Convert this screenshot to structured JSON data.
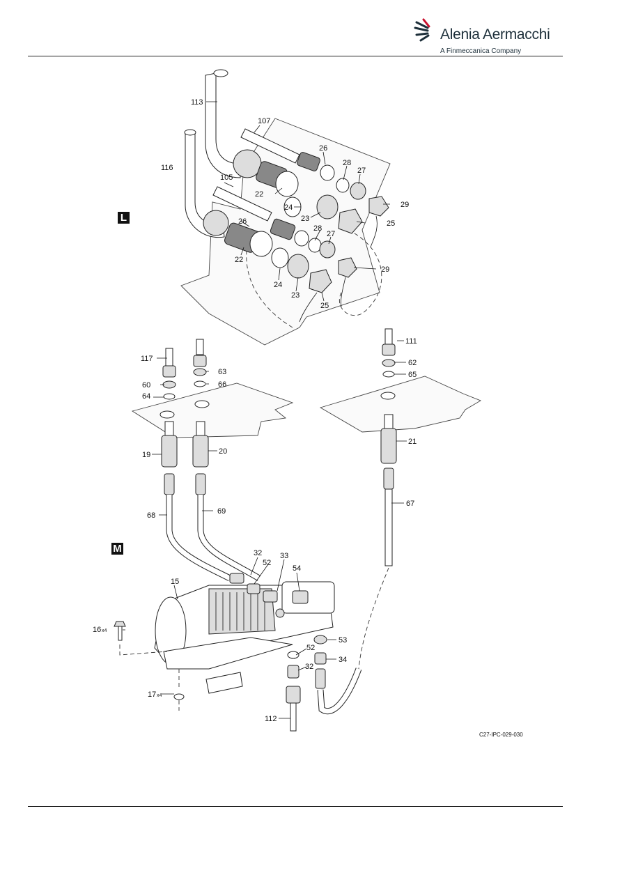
{
  "header": {
    "brand_name": "Alenia Aermacchi",
    "tagline": "A Finmeccanica Company"
  },
  "figure": {
    "code": "C27-IPC-029-030",
    "views": [
      {
        "id": "L",
        "label": "L"
      },
      {
        "id": "M",
        "label": "M"
      }
    ],
    "callouts": {
      "c113": "113",
      "c107": "107",
      "c26a": "26",
      "c116": "116",
      "c28a": "28",
      "c27a": "27",
      "c105": "105",
      "c22a": "22",
      "c29a": "29",
      "c24a": "24",
      "c23a": "23",
      "c26b": "26",
      "c25a": "25",
      "c28b": "28",
      "c27b": "27",
      "c22b": "22",
      "c29b": "29",
      "c24b": "24",
      "c23b": "23",
      "c25b": "25",
      "c117": "117",
      "c63": "63",
      "c60": "60",
      "c66": "66",
      "c64": "64",
      "c111": "111",
      "c62": "62",
      "c65": "65",
      "c19": "19",
      "c20": "20",
      "c21": "21",
      "c68": "68",
      "c69": "69",
      "c67": "67",
      "c32a": "32",
      "c33": "33",
      "c52a": "52",
      "c54": "54",
      "c15": "15",
      "c16": "16",
      "c16x": "x4",
      "c53": "53",
      "c52b": "52",
      "c34": "34",
      "c32b": "32",
      "c17": "17",
      "c17x": "x4",
      "c112": "112"
    }
  },
  "colors": {
    "ink": "#111111",
    "brand": "#1d2f3a",
    "accent": "#c8102e"
  }
}
